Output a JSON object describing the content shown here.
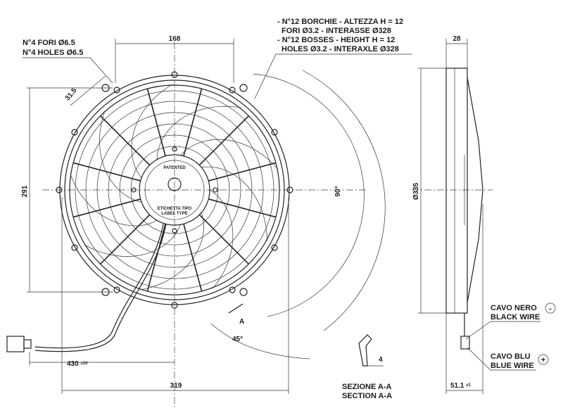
{
  "notes": {
    "holes_it": "N°4 FORI Ø6.5",
    "holes_en": "N°4 HOLES Ø6.5",
    "bosses_it_1": "- N°12 BORCHIE - ALTEZZA H = 12",
    "bosses_it_2": "FORI Ø3.2 - INTERASSE Ø328",
    "bosses_en_1": "- N°12 BOSSES - HEIGHT H = 12",
    "bosses_en_2": "HOLES Ø3.2 - INTERAXLE Ø328"
  },
  "dimensions": {
    "top_width": "168",
    "hole_offset": "31.5",
    "height": "291",
    "overall_width": "319",
    "cable_length": "430",
    "cable_tolerance": "±10",
    "angle_90": "90°",
    "angle_45": "45°",
    "depth_top": "28",
    "diameter": "Ø335",
    "depth": "51.1",
    "depth_tolerance": "±1",
    "section_dim": "4"
  },
  "hub": {
    "patented": "PATENTED",
    "label_it": "ETICHETTA TIPO",
    "label_en": "LABEL TYPE"
  },
  "section": {
    "marker": "A",
    "title_it": "SEZIONE A-A",
    "title_en": "SECTION A-A"
  },
  "wires": {
    "black_it": "CAVO NERO",
    "black_en": "BLACK WIRE",
    "black_symbol": "-",
    "blue_it": "CAVO BLU",
    "blue_en": "BLUE WIRE",
    "blue_symbol": "+"
  }
}
